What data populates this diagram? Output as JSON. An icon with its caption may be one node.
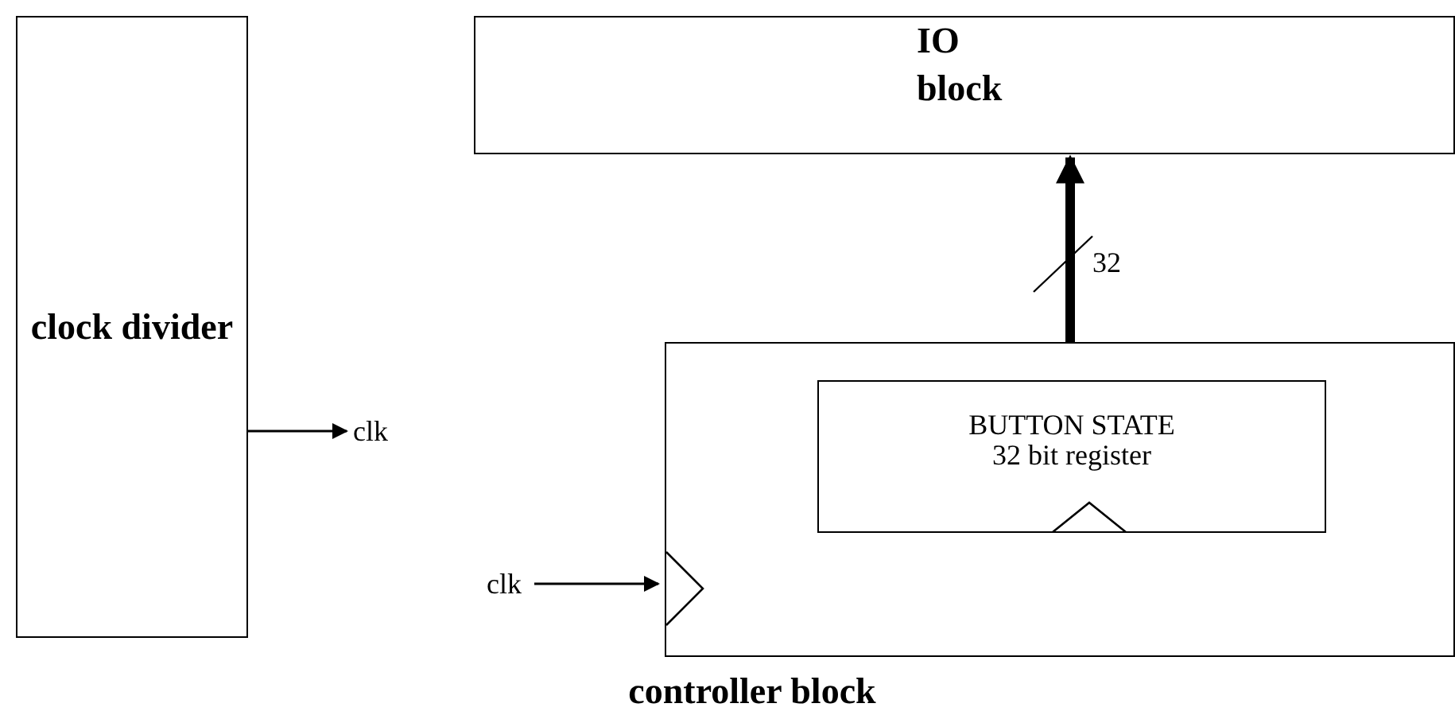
{
  "diagram": {
    "nodes": [
      {
        "text": [
          "clock divider"
        ]
      },
      {
        "text": [
          "clk"
        ]
      },
      {
        "text": [
          "IO block"
        ]
      },
      {
        "text": [
          "controller block"
        ]
      },
      {
        "text": [
          "BUTTON STATE",
          "32 bit register"
        ],
        "in": 3
      },
      {
        "text": [
          "clk"
        ]
      }
    ],
    "edges": [
      {
        "from": 0,
        "to": 1,
        "arrow": "to"
      },
      {
        "from": 4,
        "to": 2,
        "arrow": "to",
        "style": "thick",
        "label": "32"
      },
      {
        "from": 5,
        "to": 3,
        "arrow": "to"
      }
    ]
  }
}
